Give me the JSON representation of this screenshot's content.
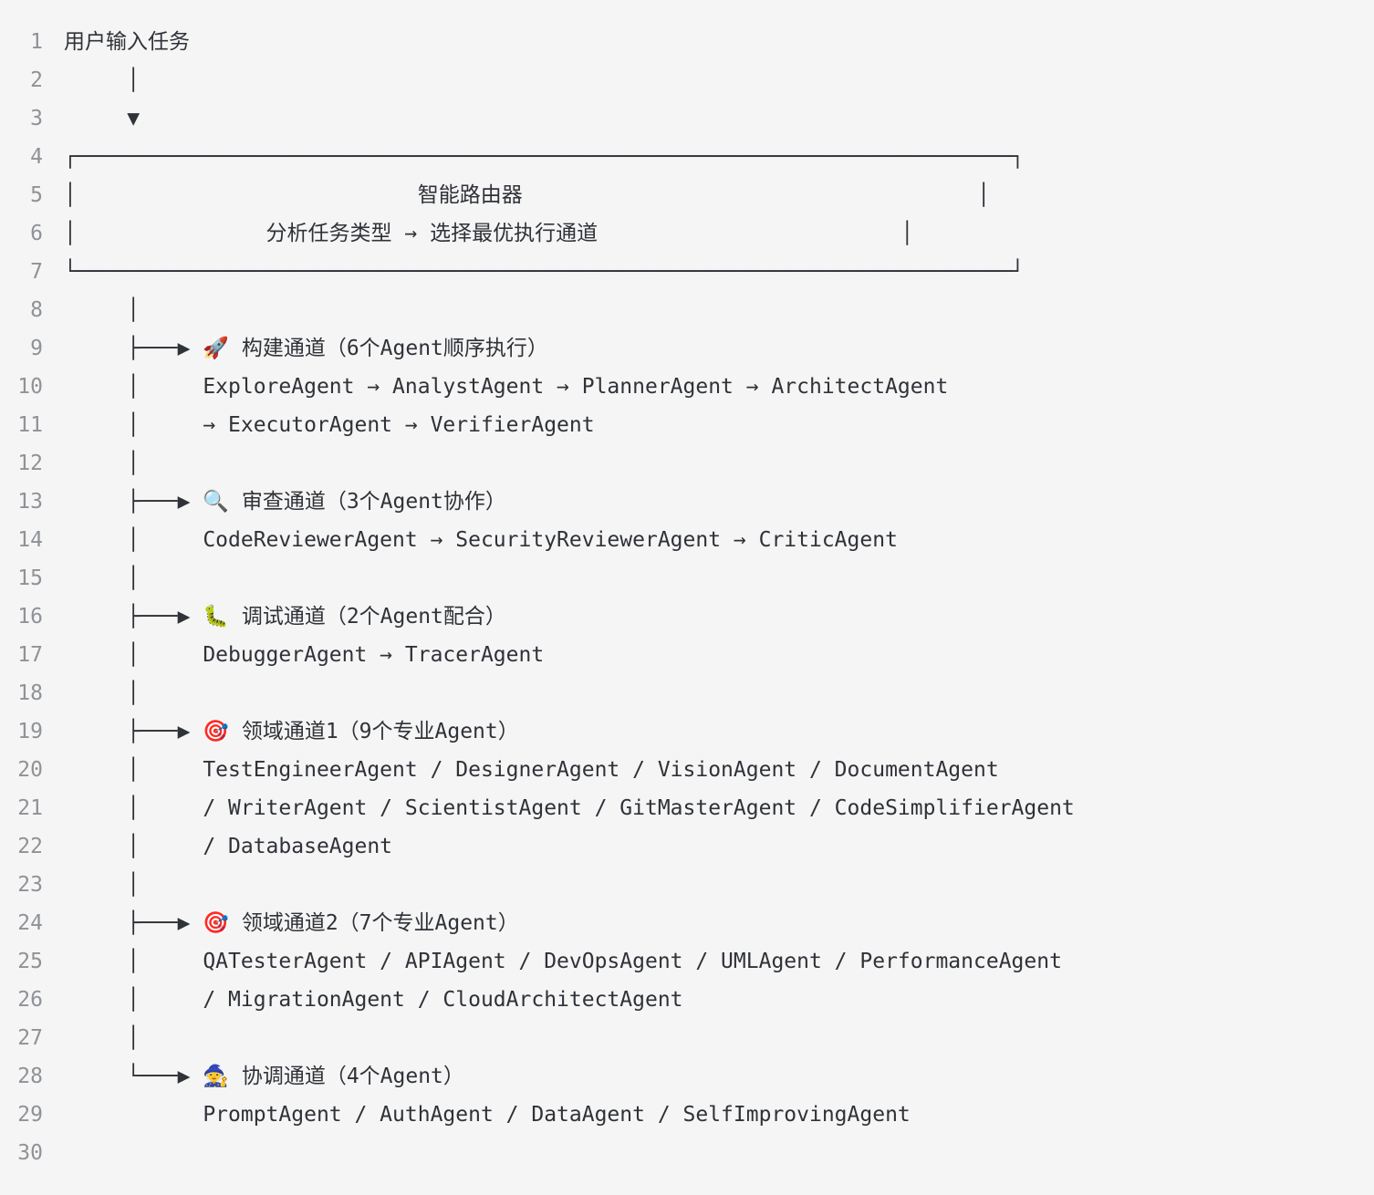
{
  "editor": {
    "colors": {
      "background": "#f5f5f6",
      "text": "#2f3237",
      "line_number": "#8f9296"
    },
    "lines": [
      {
        "n": "1",
        "segments": [
          {
            "type": "text",
            "value": "用户输入任务"
          }
        ]
      },
      {
        "n": "2",
        "segments": [
          {
            "type": "text",
            "value": "     │"
          }
        ]
      },
      {
        "n": "3",
        "segments": [
          {
            "type": "text",
            "value": "     ▼"
          }
        ]
      },
      {
        "n": "4",
        "segments": [
          {
            "type": "text",
            "value": "┌──────────────────────────────────────────────────────────────────────────┐"
          }
        ]
      },
      {
        "n": "5",
        "segments": [
          {
            "type": "text",
            "value": "│                           智能路由器                                    │"
          }
        ]
      },
      {
        "n": "6",
        "segments": [
          {
            "type": "text",
            "value": "│               分析任务类型 → 选择最优执行通道                        │"
          }
        ]
      },
      {
        "n": "7",
        "segments": [
          {
            "type": "text",
            "value": "└──────────────────────────────────────────────────────────────────────────┘"
          }
        ]
      },
      {
        "n": "8",
        "segments": [
          {
            "type": "text",
            "value": "     │"
          }
        ]
      },
      {
        "n": "9",
        "segments": [
          {
            "type": "text",
            "value": "     ├───▶ "
          },
          {
            "type": "icon",
            "name": "rocket-icon",
            "value": "🚀"
          },
          {
            "type": "text",
            "value": " 构建通道（6个Agent顺序执行）"
          }
        ]
      },
      {
        "n": "10",
        "segments": [
          {
            "type": "text",
            "value": "     │     ExploreAgent → AnalystAgent → PlannerAgent → ArchitectAgent"
          }
        ]
      },
      {
        "n": "11",
        "segments": [
          {
            "type": "text",
            "value": "     │     → ExecutorAgent → VerifierAgent"
          }
        ]
      },
      {
        "n": "12",
        "segments": [
          {
            "type": "text",
            "value": "     │"
          }
        ]
      },
      {
        "n": "13",
        "segments": [
          {
            "type": "text",
            "value": "     ├───▶ "
          },
          {
            "type": "icon",
            "name": "magnifier-icon",
            "value": "🔍"
          },
          {
            "type": "text",
            "value": " 审查通道（3个Agent协作）"
          }
        ]
      },
      {
        "n": "14",
        "segments": [
          {
            "type": "text",
            "value": "     │     CodeReviewerAgent → SecurityReviewerAgent → CriticAgent"
          }
        ]
      },
      {
        "n": "15",
        "segments": [
          {
            "type": "text",
            "value": "     │"
          }
        ]
      },
      {
        "n": "16",
        "segments": [
          {
            "type": "text",
            "value": "     ├───▶ "
          },
          {
            "type": "icon",
            "name": "bug-icon",
            "value": "🐛"
          },
          {
            "type": "text",
            "value": " 调试通道（2个Agent配合）"
          }
        ]
      },
      {
        "n": "17",
        "segments": [
          {
            "type": "text",
            "value": "     │     DebuggerAgent → TracerAgent"
          }
        ]
      },
      {
        "n": "18",
        "segments": [
          {
            "type": "text",
            "value": "     │"
          }
        ]
      },
      {
        "n": "19",
        "segments": [
          {
            "type": "text",
            "value": "     ├───▶ "
          },
          {
            "type": "icon",
            "name": "target-icon",
            "value": "🎯"
          },
          {
            "type": "text",
            "value": " 领域通道1（9个专业Agent）"
          }
        ]
      },
      {
        "n": "20",
        "segments": [
          {
            "type": "text",
            "value": "     │     TestEngineerAgent / DesignerAgent / VisionAgent / DocumentAgent"
          }
        ]
      },
      {
        "n": "21",
        "segments": [
          {
            "type": "text",
            "value": "     │     / WriterAgent / ScientistAgent / GitMasterAgent / CodeSimplifierAgent"
          }
        ]
      },
      {
        "n": "22",
        "segments": [
          {
            "type": "text",
            "value": "     │     / DatabaseAgent"
          }
        ]
      },
      {
        "n": "23",
        "segments": [
          {
            "type": "text",
            "value": "     │"
          }
        ]
      },
      {
        "n": "24",
        "segments": [
          {
            "type": "text",
            "value": "     ├───▶ "
          },
          {
            "type": "icon",
            "name": "target-icon",
            "value": "🎯"
          },
          {
            "type": "text",
            "value": " 领域通道2（7个专业Agent）"
          }
        ]
      },
      {
        "n": "25",
        "segments": [
          {
            "type": "text",
            "value": "     │     QATesterAgent / APIAgent / DevOpsAgent / UMLAgent / PerformanceAgent"
          }
        ]
      },
      {
        "n": "26",
        "segments": [
          {
            "type": "text",
            "value": "     │     / MigrationAgent / CloudArchitectAgent"
          }
        ]
      },
      {
        "n": "27",
        "segments": [
          {
            "type": "text",
            "value": "     │"
          }
        ]
      },
      {
        "n": "28",
        "segments": [
          {
            "type": "text",
            "value": "     └───▶ "
          },
          {
            "type": "icon",
            "name": "mage-icon",
            "value": "🧙"
          },
          {
            "type": "text",
            "value": " 协调通道（4个Agent）"
          }
        ]
      },
      {
        "n": "29",
        "segments": [
          {
            "type": "text",
            "value": "           PromptAgent / AuthAgent / DataAgent / SelfImprovingAgent"
          }
        ]
      },
      {
        "n": "30",
        "segments": []
      }
    ]
  }
}
